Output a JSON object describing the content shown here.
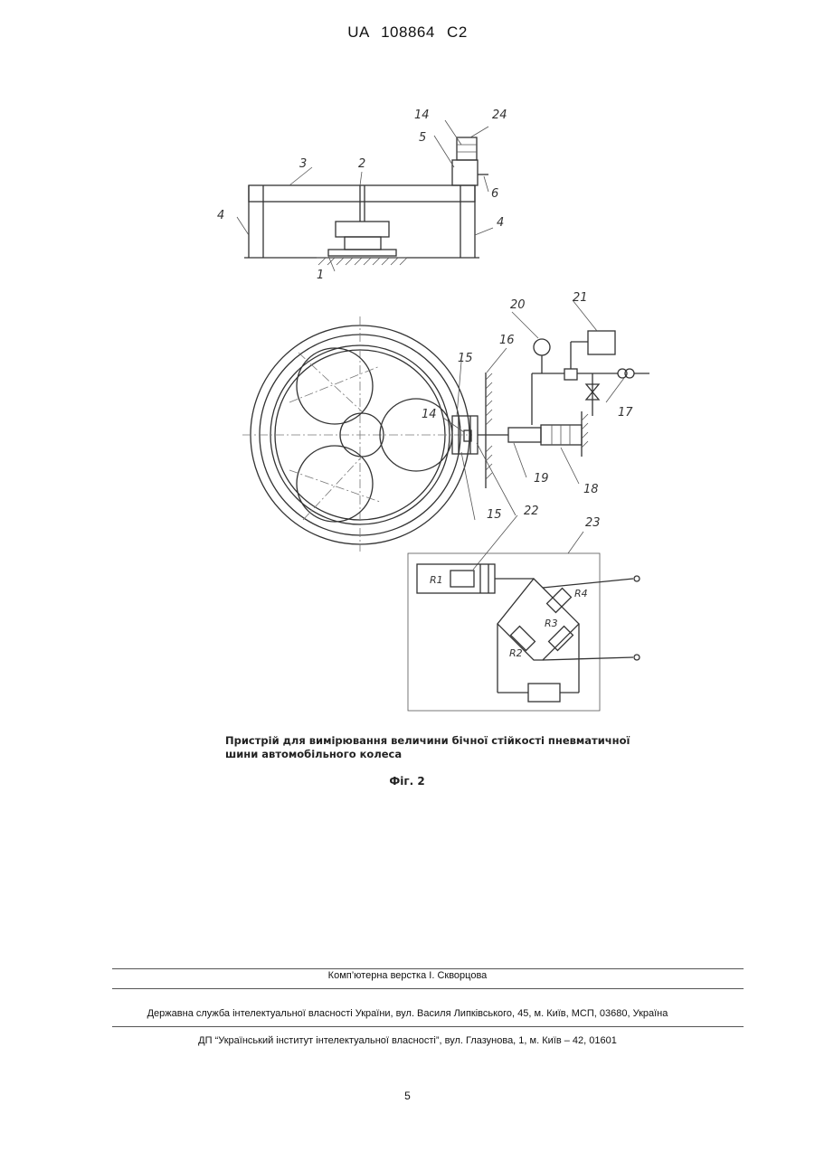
{
  "header": {
    "text": "UA   108864   C2"
  },
  "drawing": {
    "labels": {
      "l1": "1",
      "l2": "2",
      "l3": "3",
      "l4a": "4",
      "l4b": "4",
      "l5": "5",
      "l6": "6",
      "l14a": "14",
      "l14b": "14",
      "l15a": "15",
      "l15b": "15",
      "l16": "16",
      "l17": "17",
      "l18": "18",
      "l19": "19",
      "l20": "20",
      "l21": "21",
      "l22": "22",
      "l23": "23",
      "l24": "24",
      "r1": "R1",
      "r2": "R2",
      "r3": "R3",
      "r4": "R4"
    }
  },
  "caption": {
    "line1": "Пристрій для вимірювання величини бічної стійкості пневматичної",
    "line2": "шини автомобільного колеса"
  },
  "figure_label": "Фіг. 2",
  "footer": {
    "composer": "Комп’ютерна верстка І. Скворцова",
    "agency": "Державна служба інтелектуальної власності України, вул. Василя Липківського, 45, м. Київ, МСП, 03680, Україна",
    "institute": "ДП “Український інститут інтелектуальної власності”, вул. Глазунова, 1, м. Київ – 42, 01601"
  },
  "page_number": "5"
}
